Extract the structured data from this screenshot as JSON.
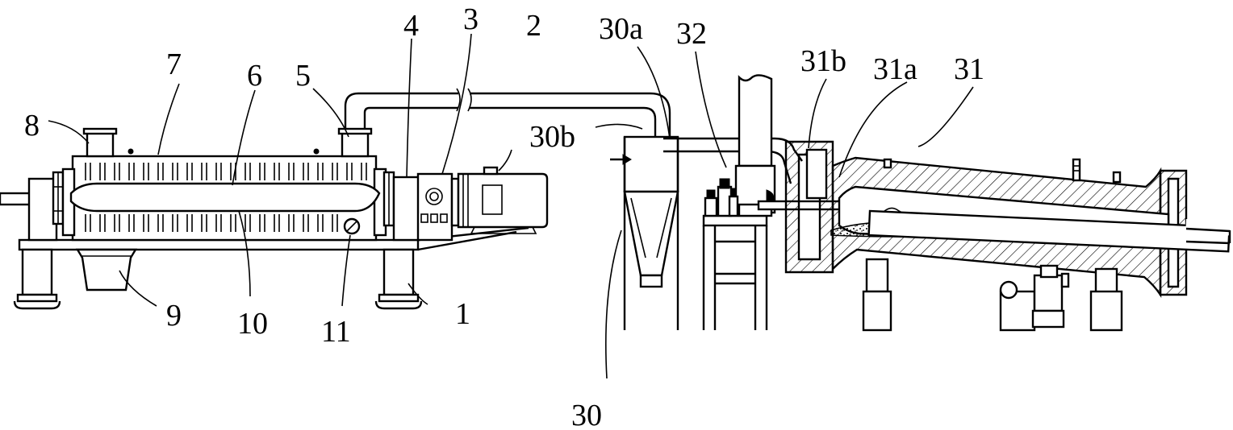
{
  "diagram": {
    "labels": [
      {
        "id": "label-1",
        "text": "1"
      },
      {
        "id": "label-2",
        "text": "2"
      },
      {
        "id": "label-3",
        "text": "3"
      },
      {
        "id": "label-4",
        "text": "4"
      },
      {
        "id": "label-5",
        "text": "5"
      },
      {
        "id": "label-6",
        "text": "6"
      },
      {
        "id": "label-7",
        "text": "7"
      },
      {
        "id": "label-8",
        "text": "8"
      },
      {
        "id": "label-9",
        "text": "9"
      },
      {
        "id": "label-10",
        "text": "10"
      },
      {
        "id": "label-11",
        "text": "11"
      },
      {
        "id": "label-30",
        "text": "30"
      },
      {
        "id": "label-30a",
        "text": "30a"
      },
      {
        "id": "label-30b",
        "text": "30b"
      },
      {
        "id": "label-31",
        "text": "31"
      },
      {
        "id": "label-31a",
        "text": "31a"
      },
      {
        "id": "label-31b",
        "text": "31b"
      },
      {
        "id": "label-32",
        "text": "32"
      }
    ]
  }
}
